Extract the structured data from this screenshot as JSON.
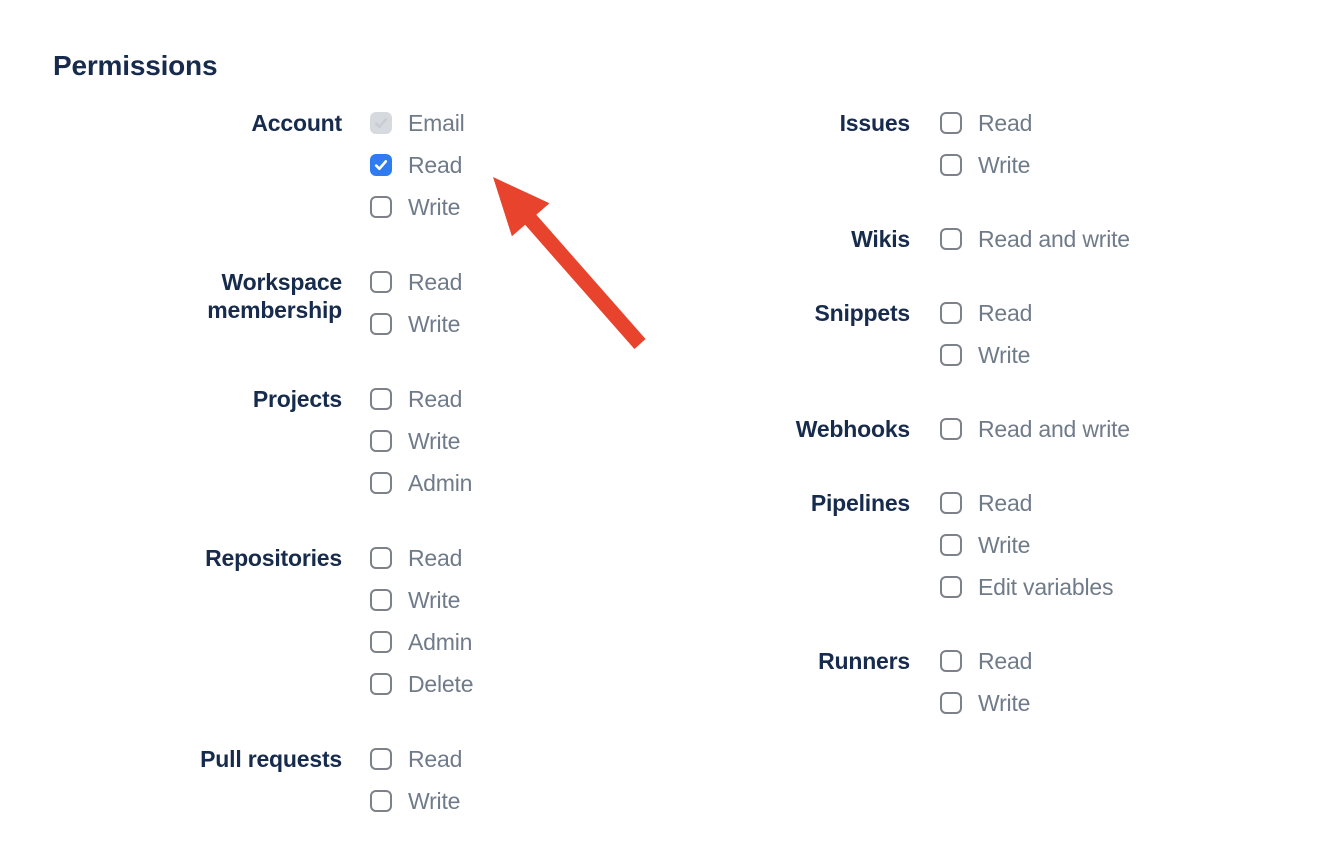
{
  "page": {
    "heading": "Permissions"
  },
  "colors": {
    "heading_text": "#172b4d",
    "section_label_text": "#172b4d",
    "option_label_text": "#707b8a",
    "checkbox_checked_fill": "#2e7cf0",
    "checkbox_disabled_fill": "#d6d9de",
    "checkbox_border": "#7d8188",
    "annotation_arrow": "#e8432c"
  },
  "icons": {
    "check": "checkmark"
  },
  "annotation": {
    "arrow_points_at": "Account Read checkbox"
  },
  "columns": {
    "left": [
      {
        "label": "Account",
        "options": [
          {
            "label": "Email",
            "state": "disabled-checked"
          },
          {
            "label": "Read",
            "state": "checked"
          },
          {
            "label": "Write",
            "state": "unchecked"
          }
        ]
      },
      {
        "label": "Workspace membership",
        "options": [
          {
            "label": "Read",
            "state": "unchecked"
          },
          {
            "label": "Write",
            "state": "unchecked"
          }
        ]
      },
      {
        "label": "Projects",
        "options": [
          {
            "label": "Read",
            "state": "unchecked"
          },
          {
            "label": "Write",
            "state": "unchecked"
          },
          {
            "label": "Admin",
            "state": "unchecked"
          }
        ]
      },
      {
        "label": "Repositories",
        "options": [
          {
            "label": "Read",
            "state": "unchecked"
          },
          {
            "label": "Write",
            "state": "unchecked"
          },
          {
            "label": "Admin",
            "state": "unchecked"
          },
          {
            "label": "Delete",
            "state": "unchecked"
          }
        ]
      },
      {
        "label": "Pull requests",
        "options": [
          {
            "label": "Read",
            "state": "unchecked"
          },
          {
            "label": "Write",
            "state": "unchecked"
          }
        ]
      }
    ],
    "right": [
      {
        "label": "Issues",
        "options": [
          {
            "label": "Read",
            "state": "unchecked"
          },
          {
            "label": "Write",
            "state": "unchecked"
          }
        ]
      },
      {
        "label": "Wikis",
        "options": [
          {
            "label": "Read and write",
            "state": "unchecked"
          }
        ]
      },
      {
        "label": "Snippets",
        "options": [
          {
            "label": "Read",
            "state": "unchecked"
          },
          {
            "label": "Write",
            "state": "unchecked"
          }
        ]
      },
      {
        "label": "Webhooks",
        "options": [
          {
            "label": "Read and write",
            "state": "unchecked"
          }
        ]
      },
      {
        "label": "Pipelines",
        "options": [
          {
            "label": "Read",
            "state": "unchecked"
          },
          {
            "label": "Write",
            "state": "unchecked"
          },
          {
            "label": "Edit variables",
            "state": "unchecked"
          }
        ]
      },
      {
        "label": "Runners",
        "options": [
          {
            "label": "Read",
            "state": "unchecked"
          },
          {
            "label": "Write",
            "state": "unchecked"
          }
        ]
      }
    ]
  }
}
